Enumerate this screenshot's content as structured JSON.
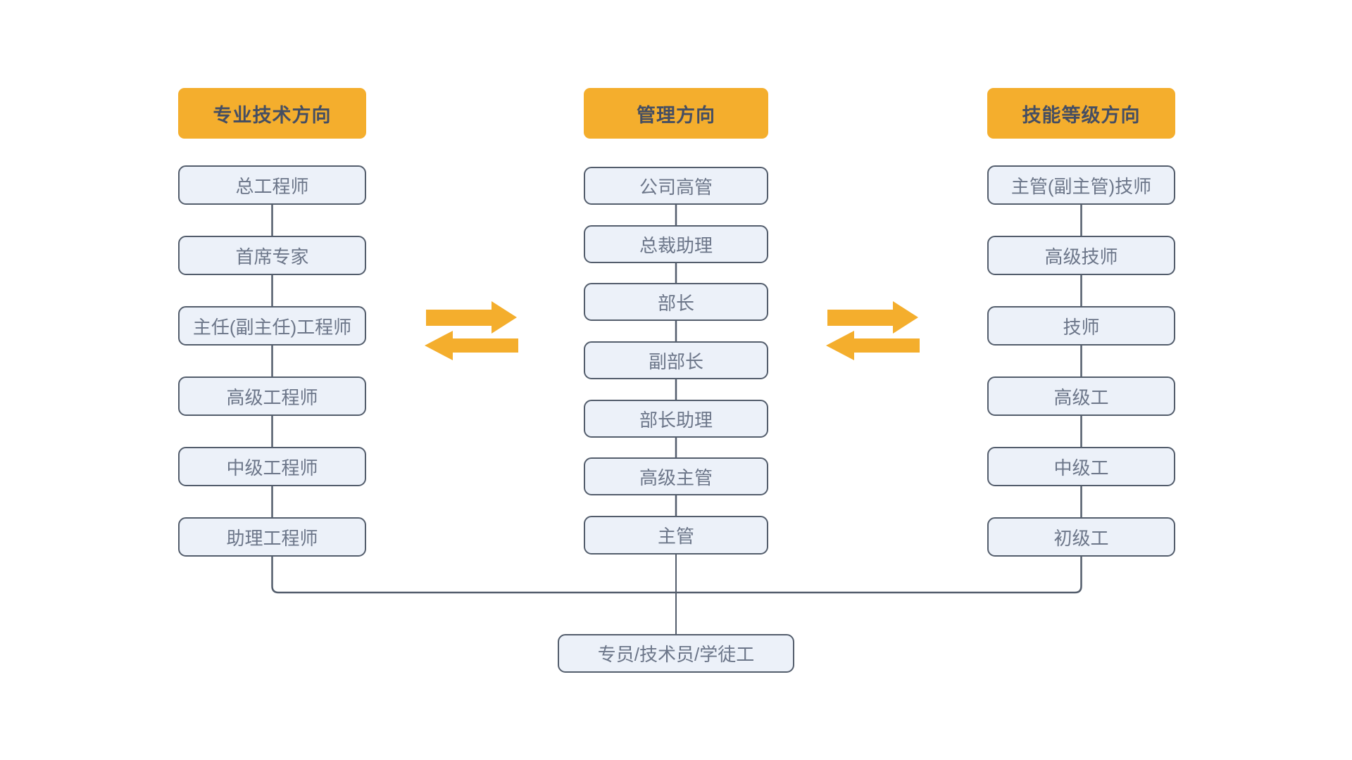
{
  "diagram": {
    "title_note": "career ladder diagram",
    "columns": [
      {
        "header": "专业技术方向",
        "items": [
          "总工程师",
          "首席专家",
          "主任(副主任)工程师",
          "高级工程师",
          "中级工程师",
          "助理工程师"
        ]
      },
      {
        "header": "管理方向",
        "items": [
          "公司高管",
          "总裁助理",
          "部长",
          "副部长",
          "部长助理",
          "高级主管",
          "主管"
        ]
      },
      {
        "header": "技能等级方向",
        "items": [
          "主管(副主管)技师",
          "高级技师",
          "技师",
          "高级工",
          "中级工",
          "初级工"
        ]
      }
    ],
    "bottom_box": "专员/技术员/学徒工",
    "icons": {
      "left_swap": "swap-arrows",
      "right_swap": "swap-arrows"
    },
    "colors": {
      "header_bg": "#F4AE2D",
      "arrow": "#F4AE2D",
      "box_bg": "#ECF1F9",
      "box_border": "#535D6C",
      "connector_line": "#535D6C",
      "box_text": "#6C7689",
      "header_text": "#454E62",
      "background": "#FFFFFF"
    }
  }
}
